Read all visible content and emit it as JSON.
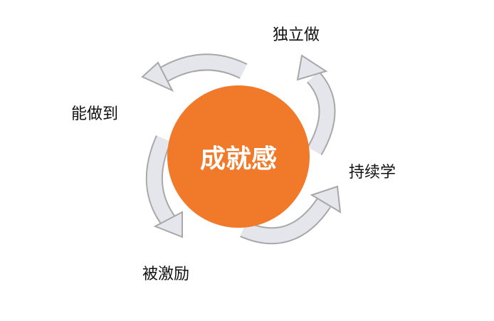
{
  "center": {
    "label": "成就感",
    "color": "#F07A2A"
  },
  "steps": [
    {
      "label": "独立做"
    },
    {
      "label": "持续学"
    },
    {
      "label": "被激励"
    },
    {
      "label": "能做到"
    }
  ],
  "colors": {
    "arrow_fill": "#E4E6EC",
    "arrow_border": "#A8A8A8"
  }
}
